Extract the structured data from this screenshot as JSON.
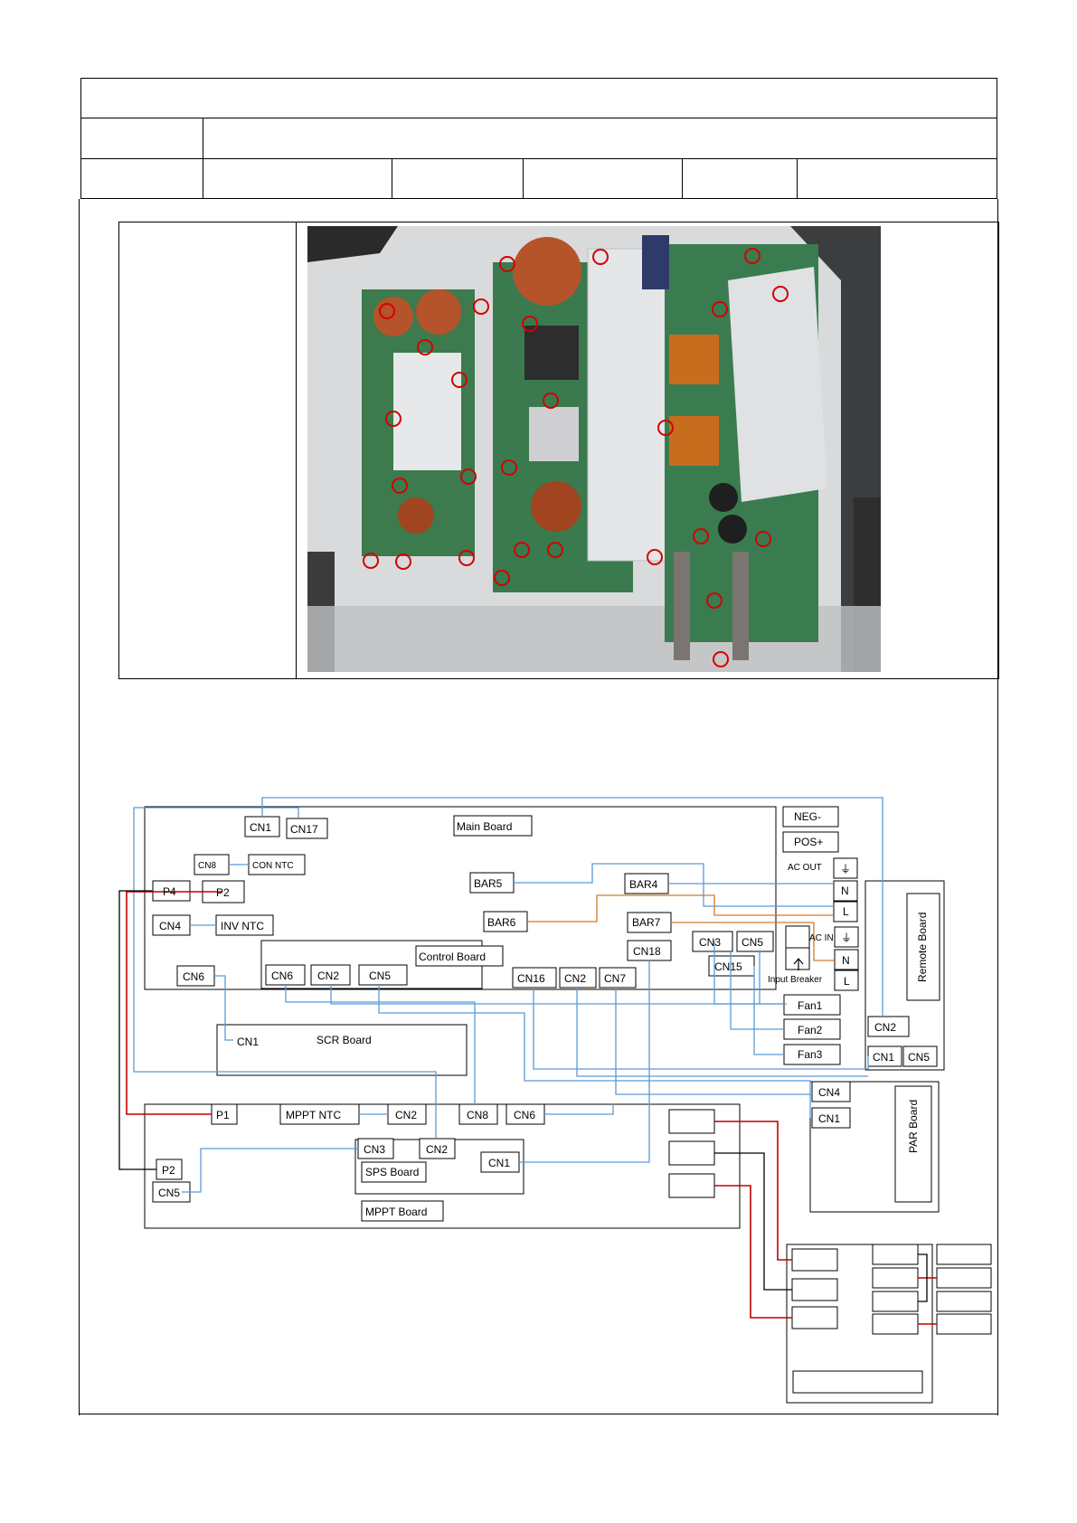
{
  "colors": {
    "wire_blue": "#5b9bd5",
    "wire_red": "#c00000",
    "wire_orange": "#d07a2c",
    "wire_black": "#000000"
  },
  "diagram": {
    "main_board": "Main Board",
    "control_board": "Control Board",
    "scr_board": "SCR Board",
    "mppt_board": "MPPT Board",
    "sps_board": "SPS Board",
    "remote_board": "Remote Board",
    "par_board": "PAR Board",
    "input_breaker": "Input Breaker",
    "ac_out": "AC OUT",
    "ac_in": "AC IN",
    "neg": "NEG-",
    "pos": "POS+",
    "n": "N",
    "l": "L",
    "labels": {
      "cn1_main": "CN1",
      "cn17": "CN17",
      "cn8_main": "CN8",
      "con_ntc": "CON NTC",
      "p4": "P4",
      "p2_main": "P2",
      "cn4_main": "CN4",
      "inv_ntc": "INV NTC",
      "cn6_main": "CN6",
      "cn6_ctrl": "CN6",
      "cn2_ctrl": "CN2",
      "cn5_ctrl": "CN5",
      "bar5": "BAR5",
      "bar6": "BAR6",
      "bar4": "BAR4",
      "bar7": "BAR7",
      "cn18": "CN18",
      "cn16": "CN16",
      "cn2_main": "CN2",
      "cn7": "CN7",
      "cn3_main": "CN3",
      "cn5_main": "CN5",
      "cn15": "CN15",
      "fan1": "Fan1",
      "fan2": "Fan2",
      "fan3": "Fan3",
      "cn1_scr": "CN1",
      "cn2_remote": "CN2",
      "cn1_remote": "CN1",
      "cn5_remote": "CN5",
      "cn4_par": "CN4",
      "cn1_par": "CN1",
      "p1": "P1",
      "mppt_ntc": "MPPT NTC",
      "cn2_mppt": "CN2",
      "cn8_mppt": "CN8",
      "cn6_mppt": "CN6",
      "cn3_sps": "CN3",
      "cn2_sps": "CN2",
      "cn1_sps": "CN1",
      "p2_mppt": "P2",
      "cn5_mppt": "CN5"
    }
  }
}
